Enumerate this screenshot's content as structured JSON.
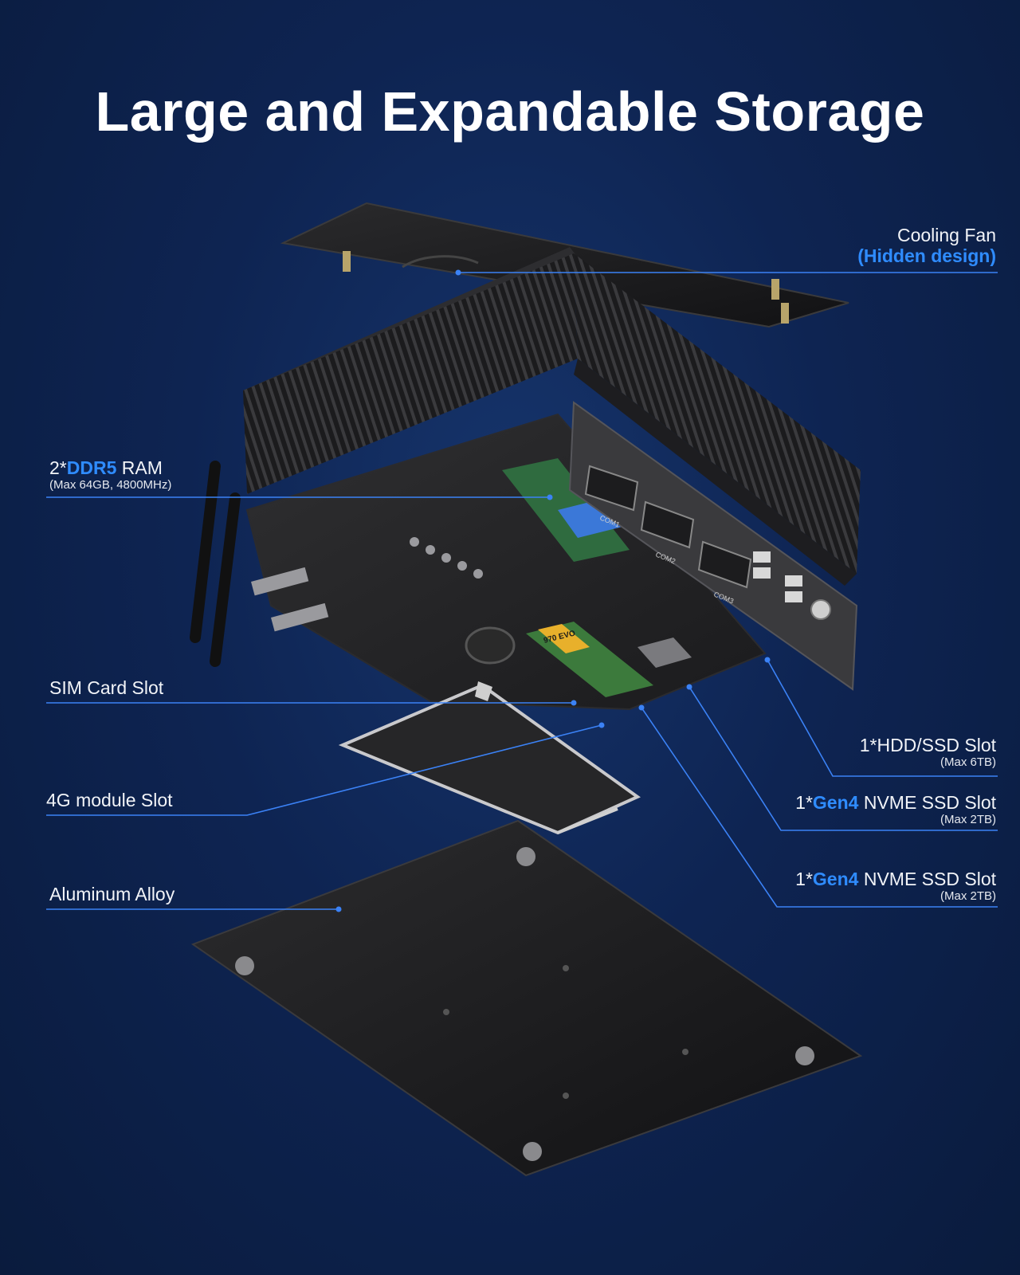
{
  "title": "Large and Expandable Storage",
  "labels": {
    "cooling_fan": {
      "line1": "Cooling Fan",
      "line2": "(Hidden design)"
    },
    "ram": {
      "prefix": "2*",
      "accent": "DDR5",
      "suffix": " RAM",
      "sub": "(Max 64GB, 4800MHz)"
    },
    "sim": {
      "text": "SIM Card Slot"
    },
    "module_4g": {
      "text": "4G module Slot"
    },
    "alloy": {
      "text": "Aluminum Alloy"
    },
    "hdd": {
      "text": "1*HDD/SSD Slot",
      "sub": "(Max 6TB)"
    },
    "nvme1": {
      "prefix": "1*",
      "accent": "Gen4",
      "suffix": " NVME SSD Slot",
      "sub": "(Max 2TB)"
    },
    "nvme2": {
      "prefix": "1*",
      "accent": "Gen4",
      "suffix": " NVME SSD Slot",
      "sub": "(Max 2TB)"
    }
  },
  "ports": {
    "com1": "COM1",
    "com2": "COM2",
    "com3": "COM3"
  },
  "ssd_sticker": "970 EVO",
  "colors": {
    "background": "#0e2452",
    "accent": "#2f8cff",
    "callout_line": "#3b82f6",
    "chassis": "#1a1a1c"
  }
}
